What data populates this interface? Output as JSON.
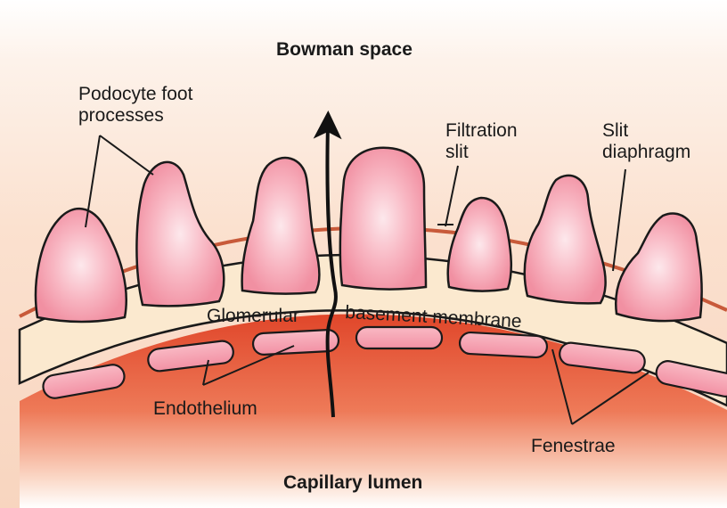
{
  "title_top": "Bowman space",
  "title_bottom": "Capillary lumen",
  "labels": {
    "podocyte_foot_processes": "Podocyte foot\nprocesses",
    "filtration_slit": "Filtration\nslit",
    "slit_diaphragm": "Slit\ndiaphragm",
    "glomerular": "Glomerular",
    "basement_membrane": "basement membrane",
    "endothelium": "Endothelium",
    "fenestrae": "Fenestrae"
  },
  "colors": {
    "bowman_space": "#fbe3d3",
    "capillary_lumen": "#e24d2e",
    "basement_membrane": "#fbe9cf",
    "podocyte": "#f7aab8",
    "endothelium": "#f6a3b2",
    "slit_diaphragm": "#c85a3a",
    "outline": "#1a1a1a"
  }
}
